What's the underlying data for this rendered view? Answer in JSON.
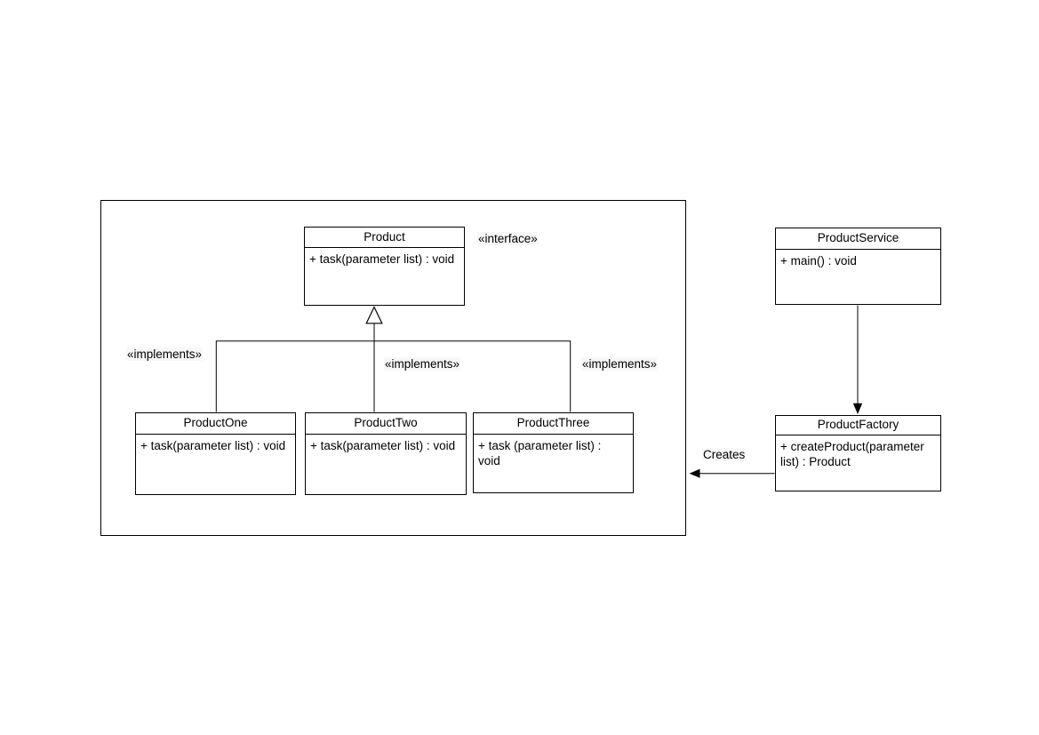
{
  "diagram": {
    "type": "uml-class-diagram",
    "pattern": "factory-pattern",
    "colors": {
      "stroke": "#000000",
      "text": "#000000",
      "fill": "#ffffff",
      "canvas_background": "#ffffff"
    },
    "classes": {
      "product": {
        "title": "Product",
        "attribute_lines": [
          "+ task(parameter list) : void"
        ]
      },
      "product_one": {
        "title": "ProductOne",
        "attribute_lines": [
          "+ task(parameter list) : void"
        ]
      },
      "product_two": {
        "title": "ProductTwo",
        "attribute_lines": [
          "+ task(parameter list) : void"
        ]
      },
      "product_three": {
        "title": "ProductThree",
        "attribute_lines": [
          "+ task (parameter list) :",
          "void"
        ]
      },
      "product_service": {
        "title": "ProductService",
        "attribute_lines": [
          "+ main() : void"
        ]
      },
      "product_factory": {
        "title": "ProductFactory",
        "attribute_lines": [
          "+ createProduct(parameter",
          "list) : Product"
        ]
      }
    },
    "labels": {
      "interface_stereotype": "«interface»",
      "implements_left": "«implements»",
      "implements_middle": "«implements»",
      "implements_right": "«implements»",
      "creates": "Creates"
    }
  }
}
